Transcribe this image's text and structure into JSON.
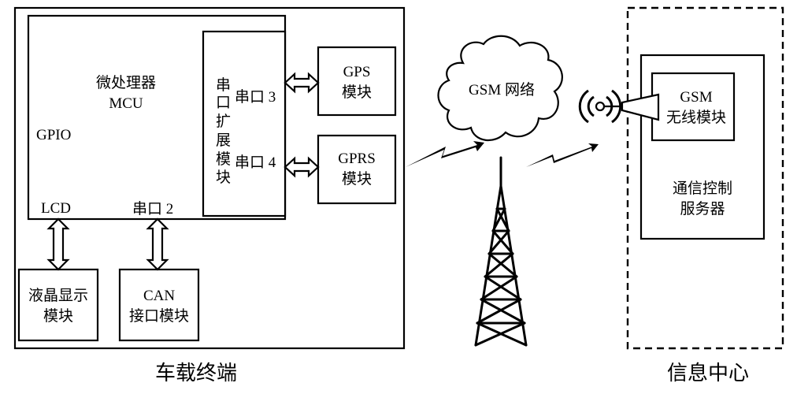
{
  "vehicle_terminal": {
    "title": "车载终端",
    "mcu": {
      "line1": "微处理器",
      "line2": "MCU"
    },
    "gpio": "GPIO",
    "lcd": "LCD",
    "serial2": "串口 2",
    "expansion": [
      "串",
      "口",
      "扩",
      "展",
      "模",
      "块"
    ],
    "serial3": "串口 3",
    "serial4": "串口 4",
    "gps": {
      "line1": "GPS",
      "line2": "模块"
    },
    "gprs": {
      "line1": "GPRS",
      "line2": "模块"
    },
    "lcd_display": {
      "line1": "液晶显示",
      "line2": "模块"
    },
    "can": {
      "line1": "CAN",
      "line2": "接口模块"
    }
  },
  "network": {
    "label": "GSM 网络"
  },
  "info_center": {
    "title": "信息中心",
    "gsm_module": {
      "line1": "GSM",
      "line2": "无线模块"
    },
    "server": {
      "line1": "通信控制",
      "line2": "服务器"
    }
  }
}
